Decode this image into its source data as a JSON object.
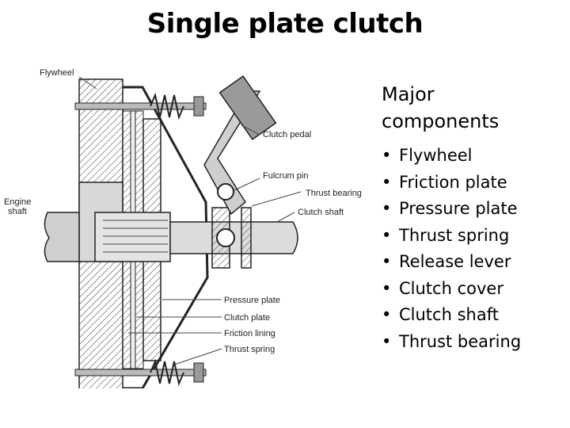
{
  "slide": {
    "title": "Single plate clutch"
  },
  "diagram": {
    "labels": {
      "flywheel": "Flywheel",
      "engine_shaft_1": "Engine",
      "engine_shaft_2": "shaft",
      "clutch_pedal": "Clutch pedal",
      "fulcrum_pin": "Fulcrum pin",
      "thrust_bearing": "Thrust bearing",
      "clutch_shaft": "Clutch shaft",
      "pressure_plate": "Pressure plate",
      "clutch_plate": "Clutch plate",
      "friction_lining": "Friction lining",
      "thrust_spring": "Thrust spring"
    }
  },
  "panel": {
    "heading_line1": "Major",
    "heading_line2": "components",
    "bullet_char": "•",
    "items": [
      "Flywheel",
      "Friction plate",
      "Pressure plate",
      "Thrust spring",
      "Release lever",
      "Clutch cover",
      "Clutch shaft",
      "Thrust bearing"
    ]
  }
}
